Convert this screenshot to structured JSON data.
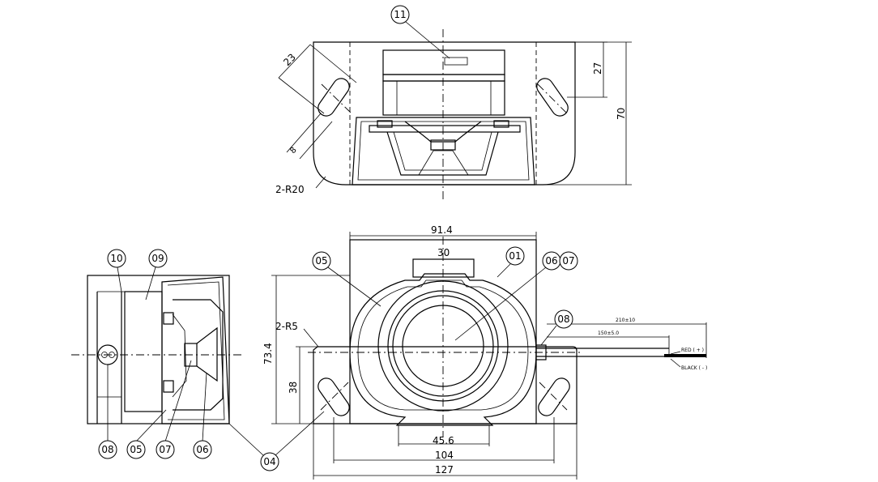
{
  "balloons": {
    "b01": "01",
    "b04": "04",
    "b05_front": "05",
    "b05_side": "05",
    "b06_side": "06",
    "b06_front": "06",
    "b07_side": "07",
    "b07_front": "07",
    "b08_front": "08",
    "b08_side": "08",
    "b09": "09",
    "b10": "10",
    "b11": "11"
  },
  "dimensions": {
    "d_23": "23",
    "d_8": "8",
    "d_r20": "2-R20",
    "d_27": "27",
    "d_70": "70",
    "d_91_4": "91.4",
    "d_30": "30",
    "d_73_4": "73.4",
    "d_38": "38",
    "d_r5": "2-R5",
    "d_45_6": "45.6",
    "d_104": "104",
    "d_127": "127",
    "d_210": "210±10",
    "d_150": "150±5.0"
  },
  "wires": {
    "red": "RED ( + )",
    "black": "BLACK ( - )"
  }
}
